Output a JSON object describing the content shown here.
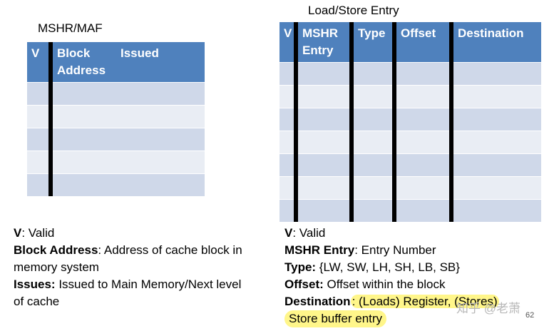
{
  "left": {
    "caption": "MSHR/MAF",
    "columns": [
      "V",
      "Block Address",
      "Issued"
    ],
    "rows": 5
  },
  "right": {
    "caption": "Load/Store Entry",
    "columns": [
      "V",
      "MSHR Entry",
      "Type",
      "Offset",
      "Destination"
    ],
    "rows": 7
  },
  "legend_left": [
    {
      "term": "V",
      "desc": ": Valid"
    },
    {
      "term": "Block Address",
      "desc": ": Address of cache block in memory system"
    },
    {
      "term": "Issues:",
      "desc": " Issued to Main Memory/Next level of cache"
    }
  ],
  "legend_right": [
    {
      "term": "V",
      "desc": ": Valid"
    },
    {
      "term": "MSHR Entry",
      "desc": ": Entry Number"
    },
    {
      "term": "Type:",
      "desc": " {LW, SW, LH, SH, LB, SB}"
    },
    {
      "term": "Offset:",
      "desc": " Offset within the block"
    },
    {
      "term": "Destination",
      "desc": ": (Loads) Register, (Stores)"
    }
  ],
  "legend_right_tail": "Store buffer entry",
  "watermark": "知乎 @老萧",
  "page_number": "62",
  "colors": {
    "header": "#4f81bd",
    "row_dark": "#cfd8e9",
    "row_light": "#e9edf4",
    "highlight": "#fff68a"
  }
}
